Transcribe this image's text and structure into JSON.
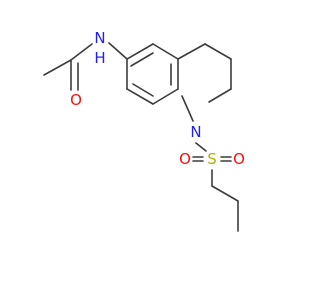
{
  "colors": {
    "bond": "#3c3c3c",
    "carbon": "#3c3c3c",
    "nitrogen": "#2020ff",
    "oxygen": "#ff0d0d",
    "sulfur": "#b2b200",
    "background": "#ffffff"
  },
  "atoms": {
    "amide_n": {
      "text": "N",
      "sub": "H",
      "element": "nitrogen"
    },
    "carbonyl_o": {
      "text": "O",
      "element": "oxygen"
    },
    "ring_n": {
      "text": "N",
      "element": "nitrogen"
    },
    "sulfonyl_s": {
      "text": "S",
      "element": "sulfur"
    },
    "sulfonyl_o_left": {
      "text": "O",
      "element": "oxygen"
    },
    "sulfonyl_o_right": {
      "text": "O",
      "element": "oxygen"
    }
  }
}
